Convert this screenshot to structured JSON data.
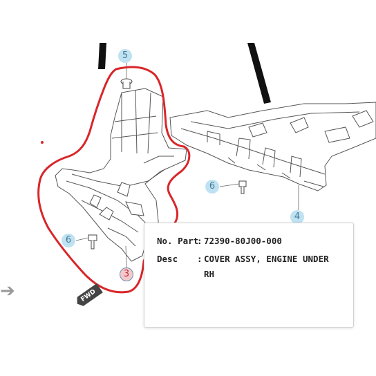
{
  "callouts": {
    "c3": "3",
    "c4": "4",
    "c5": "5",
    "c6a": "6",
    "c6b": "6"
  },
  "fwd_label": "FWD",
  "tooltip": {
    "part_key": "No. Part",
    "part_value": "72390-80J00-000",
    "desc_key": "Desc",
    "desc_value_line1": "COVER ASSY, ENGINE UNDER",
    "desc_value_line2": "RH",
    "separator": ":"
  },
  "colors": {
    "highlight_outline": "#d8262a",
    "callout_fill": "#bfe2f2",
    "selected_callout_fill": "#f2c9cc"
  },
  "icons": {
    "back": "left-arrow-icon"
  }
}
